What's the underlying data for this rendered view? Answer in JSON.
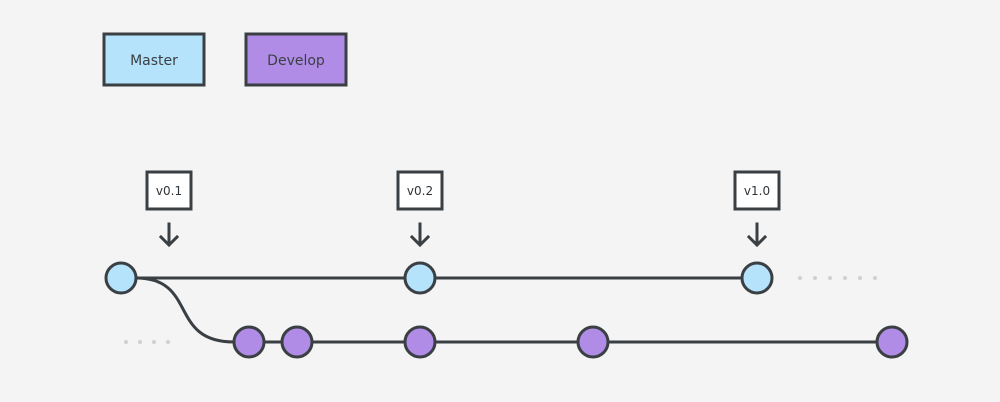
{
  "legend": {
    "master": {
      "label": "Master",
      "color": "#b4e3fb"
    },
    "develop": {
      "label": "Develop",
      "color": "#b18ce6"
    }
  },
  "tags": [
    {
      "label": "v0.1"
    },
    {
      "label": "v0.2"
    },
    {
      "label": "v1.0"
    }
  ],
  "colors": {
    "outline": "#3a3f44",
    "background": "#f4f4f4",
    "dots": "#d0d0d0"
  }
}
